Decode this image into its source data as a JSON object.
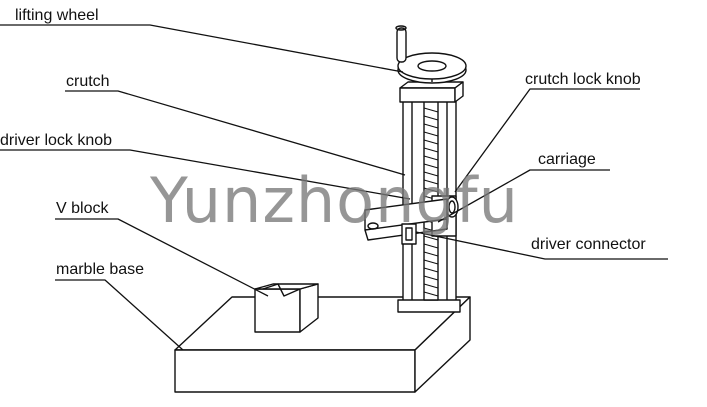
{
  "labels": {
    "lifting_wheel": "lifting wheel",
    "crutch": "crutch",
    "driver_lock_knob": "driver lock knob",
    "v_block": "V block",
    "marble_base": "marble base",
    "crutch_lock_knob": "crutch lock knob",
    "carriage": "carriage",
    "driver_connector": "driver connector"
  },
  "watermark": "Yunzhongfu",
  "colors": {
    "line": "#111111",
    "watermark": "#777777",
    "background": "#ffffff"
  }
}
